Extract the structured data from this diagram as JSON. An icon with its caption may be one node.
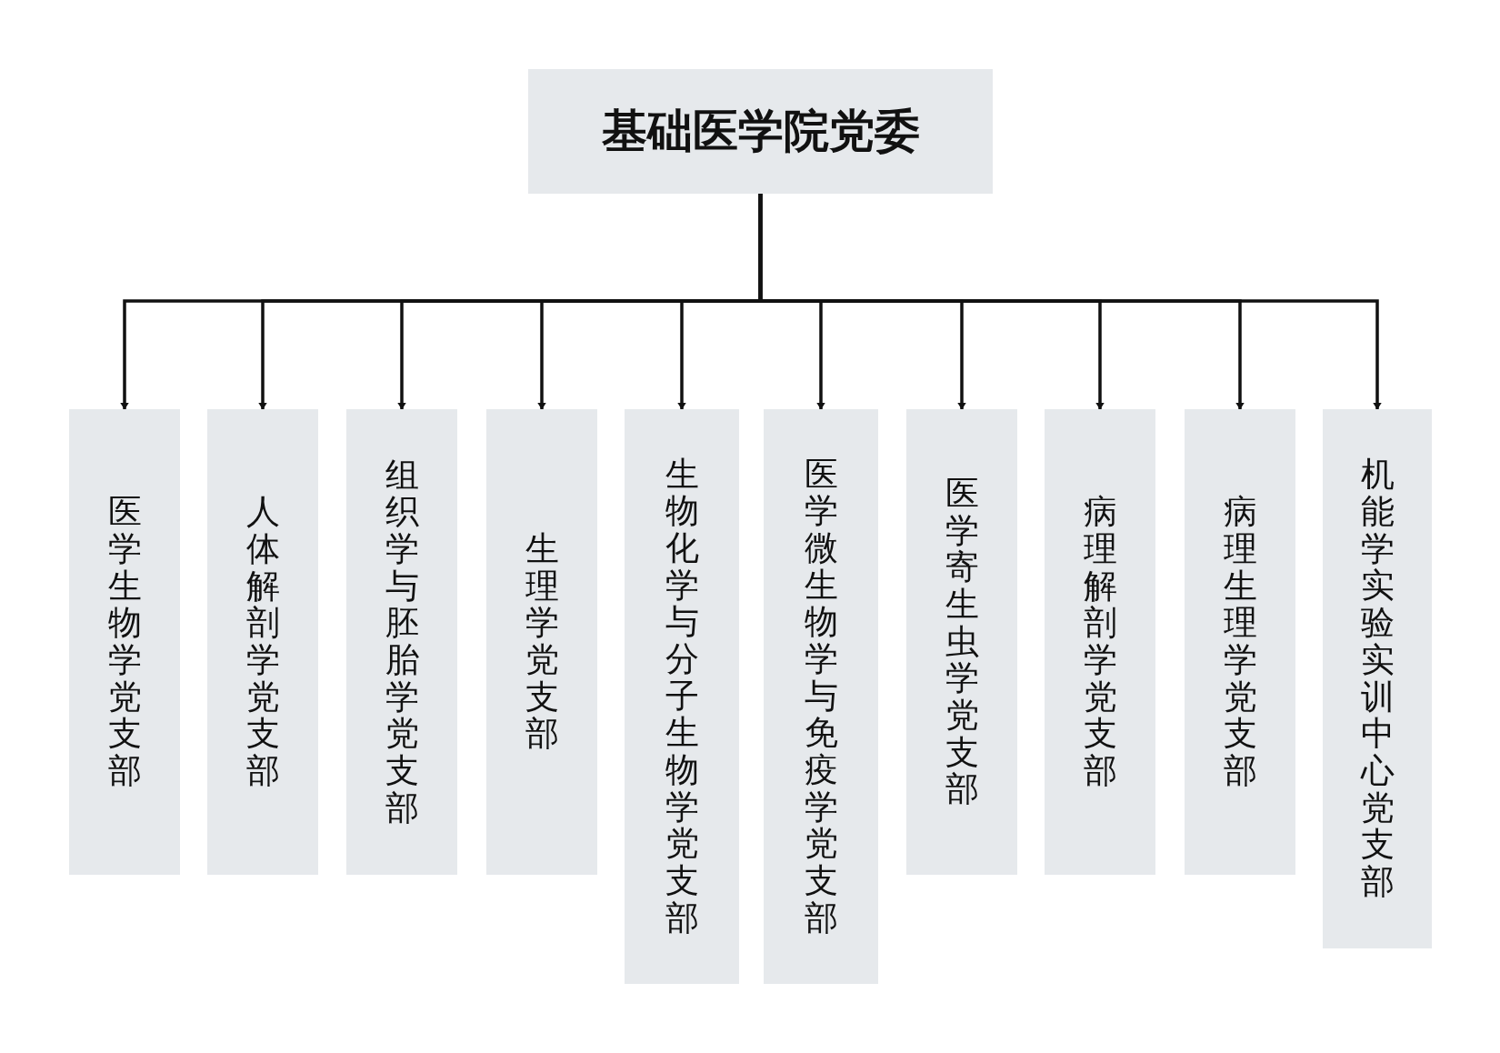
{
  "diagram": {
    "nodes": [
      {
        "text": [
          "基础医学院党委"
        ]
      },
      {
        "text": [
          "医学生物学党支部"
        ]
      },
      {
        "text": [
          "人体解剖学党支部"
        ]
      },
      {
        "text": [
          "组织学与胚胎学党支部"
        ]
      },
      {
        "text": [
          "生理学党支部"
        ]
      },
      {
        "text": [
          "生物化学与分子生物学党支部"
        ]
      },
      {
        "text": [
          "医学微生物学与免疫学党支部"
        ]
      },
      {
        "text": [
          "医学寄生虫学党支部"
        ]
      },
      {
        "text": [
          "病理解剖学党支部"
        ]
      },
      {
        "text": [
          "病理生理学党支部"
        ]
      },
      {
        "text": [
          "机能学实验实训中心党支部"
        ]
      }
    ],
    "edges": [
      {
        "from": 0,
        "to": 1,
        "arrow": "to"
      },
      {
        "from": 0,
        "to": 2,
        "arrow": "to"
      },
      {
        "from": 0,
        "to": 3,
        "arrow": "to"
      },
      {
        "from": 0,
        "to": 4,
        "arrow": "to"
      },
      {
        "from": 0,
        "to": 5,
        "arrow": "to"
      },
      {
        "from": 0,
        "to": 6,
        "arrow": "to"
      },
      {
        "from": 0,
        "to": 7,
        "arrow": "to"
      },
      {
        "from": 0,
        "to": 8,
        "arrow": "to"
      },
      {
        "from": 0,
        "to": 9,
        "arrow": "to"
      },
      {
        "from": 0,
        "to": 10,
        "arrow": "to"
      }
    ]
  }
}
